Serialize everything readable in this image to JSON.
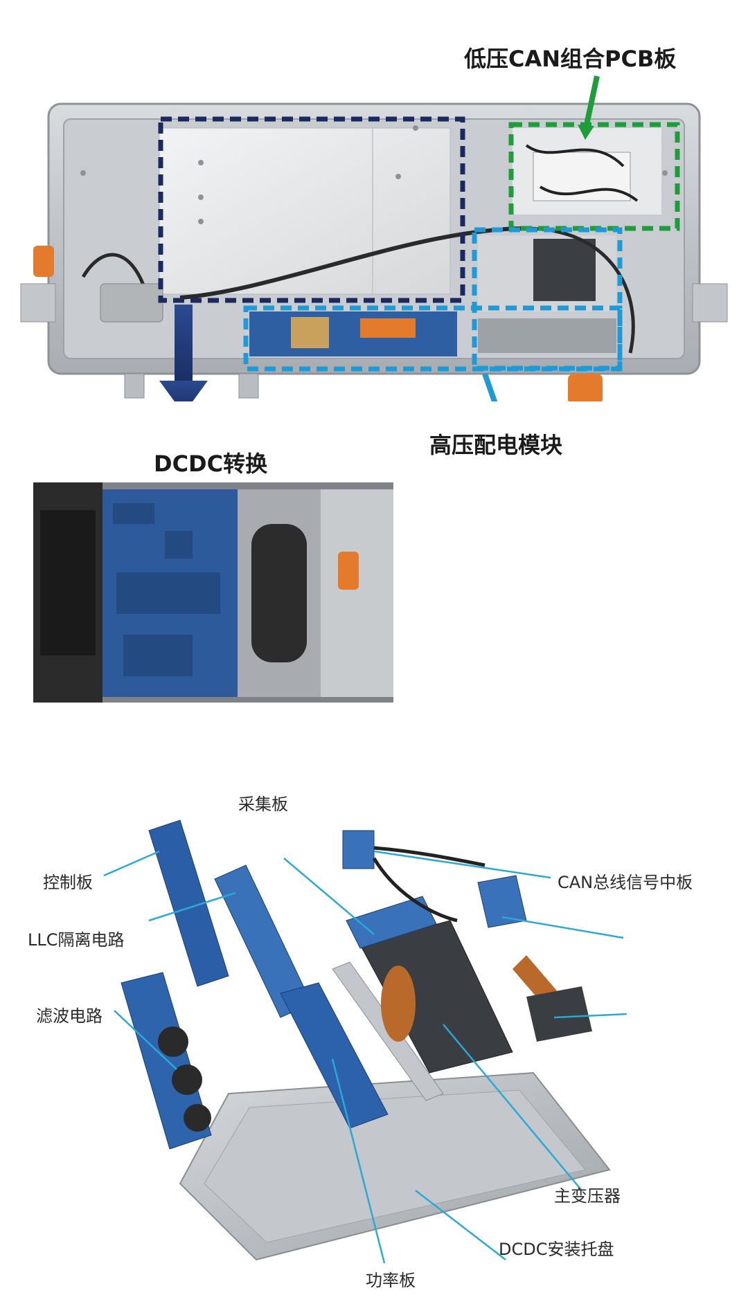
{
  "top_section": {
    "labels": {
      "can_pcb": "低压CAN组合PCB板",
      "high_voltage": "高压配电模块",
      "dcdc": "DCDC转换"
    },
    "colors": {
      "navy_box": "#1b2a5e",
      "green_box": "#1f9d3a",
      "cyan_box": "#1e9ad6",
      "arrow": "#1f3a7a"
    }
  },
  "exploded_view": {
    "labels": {
      "collect_board": "采集板",
      "can_bus_board": "CAN总线信号中板",
      "control_board": "控制板",
      "llc_circuit": "LLC隔离电路",
      "filter_circuit": "滤波电路",
      "main_transformer": "主变压器",
      "dcdc_tray": "DCDC安装托盘",
      "power_board": "功率板"
    },
    "colors": {
      "leader_line": "#2aa9d6",
      "pcb_blue": "#2a5fa8"
    }
  }
}
